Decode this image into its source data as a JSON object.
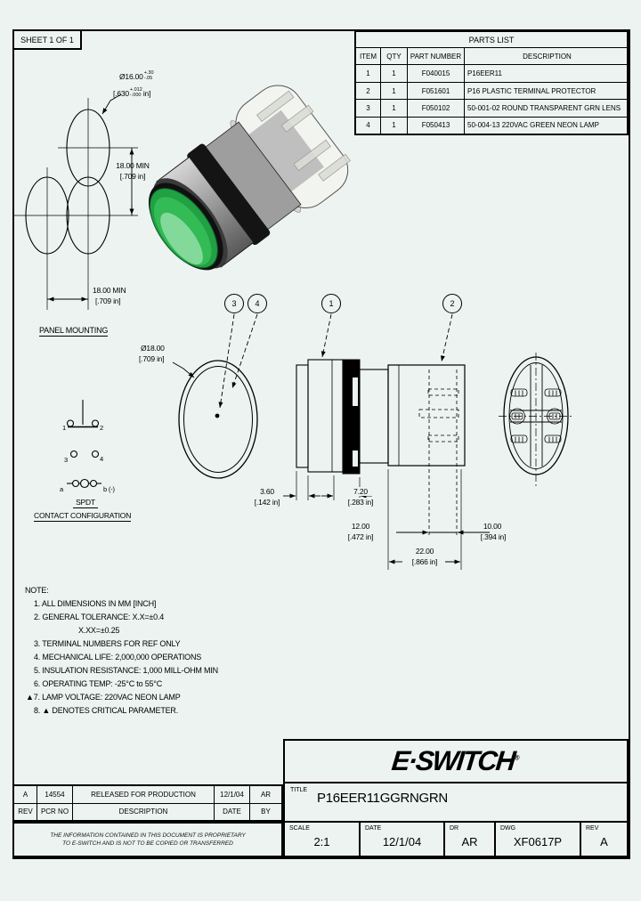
{
  "sheet": {
    "label": "SHEET 1 OF 1"
  },
  "parts_list": {
    "title": "PARTS LIST",
    "columns": {
      "item": "ITEM",
      "qty": "QTY",
      "part": "PART NUMBER",
      "desc": "DESCRIPTION"
    },
    "rows": [
      {
        "item": "1",
        "qty": "1",
        "part": "F040015",
        "desc": "P16EER11"
      },
      {
        "item": "2",
        "qty": "1",
        "part": "F051601",
        "desc": "P16 PLASTIC TERMINAL PROTECTOR"
      },
      {
        "item": "3",
        "qty": "1",
        "part": "F050102",
        "desc": "50-001-02 ROUND TRANSPARENT GRN LENS"
      },
      {
        "item": "4",
        "qty": "1",
        "part": "F050413",
        "desc": "50-004-13 220VAC GREEN NEON LAMP"
      }
    ]
  },
  "balloons": {
    "b1": "1",
    "b2": "2",
    "b3": "3",
    "b4": "4"
  },
  "panel_mounting": {
    "dia_mm": "Ø16.00",
    "dia_mm_tol_top": "+.30",
    "dia_mm_tol_bot": "-.05",
    "dia_in_pre": "[.630",
    "dia_in_tol_top": "+.012",
    "dia_in_tol_bot": "-.000",
    "dia_in_post": "in]",
    "vert_dim": "18.00 MIN",
    "vert_dim_in": "[.709 in]",
    "horz_dim": "18.00 MIN",
    "horz_dim_in": "[.709 in]",
    "label": "PANEL MOUNTING"
  },
  "contact_config": {
    "t1": "1",
    "t2": "2",
    "t3": "3",
    "t4": "4",
    "ta": "a",
    "tb": "b (-)",
    "type": "SPDT",
    "label": "CONTACT CONFIGURATION"
  },
  "front_view": {
    "dia": "Ø18.00",
    "dia_in": "[.709 in]"
  },
  "dims": {
    "d1": "3.60",
    "d1_in": "[.142 in]",
    "d2": "7.20",
    "d2_in": "[.283 in]",
    "d3": "12.00",
    "d3_in": "[.472 in]",
    "d4": "10.00",
    "d4_in": "[.394 in]",
    "d5": "22.00",
    "d5_in": "[.866 in]"
  },
  "notes": {
    "title": "NOTE:",
    "lines": [
      "1. ALL DIMENSIONS IN MM [INCH]",
      "2. GENERAL TOLERANCE: X.X=±0.4",
      "X.XX=±0.25",
      "3. TERMINAL NUMBERS FOR REF ONLY",
      "4. MECHANICAL LIFE: 2,000,000 OPERATIONS",
      "5. INSULATION RESISTANCE: 1,000 MILL-OHM MIN",
      "6. OPERATING TEMP: -25°C to 55°C",
      "▲7. LAMP VOLTAGE: 220VAC NEON LAMP",
      "8. ▲ DENOTES CRITICAL PARAMETER."
    ]
  },
  "revision": {
    "row": {
      "rev": "A",
      "pcr": "14554",
      "desc": "RELEASED FOR PRODUCTION",
      "date": "12/1/04",
      "by": "AR"
    },
    "headers": {
      "rev": "REV",
      "pcr": "PCR NO",
      "desc": "DESCRIPTION",
      "date": "DATE",
      "by": "BY"
    },
    "proprietary_1": "THE INFORMATION CONTAINED IN THIS DOCUMENT IS PROPRIETARY",
    "proprietary_2": "TO E-SWITCH AND IS NOT TO BE COPIED OR TRANSFERRED"
  },
  "title_block": {
    "logo": "E·SWITCH",
    "logo_reg": "®",
    "title_label": "TITLE",
    "title": "P16EER11GGRNGRN",
    "scale_label": "SCALE",
    "scale": "2:1",
    "date_label": "DATE",
    "date": "12/1/04",
    "dr_label": "DR",
    "dr": "AR",
    "dwg_label": "DWG",
    "dwg": "XF0617P",
    "rev_label": "REV",
    "rev": "A"
  },
  "colors": {
    "background": "#edf3f1",
    "line": "#000000",
    "lens_green": "#22a044",
    "lens_green_light": "#9fe3b0"
  }
}
